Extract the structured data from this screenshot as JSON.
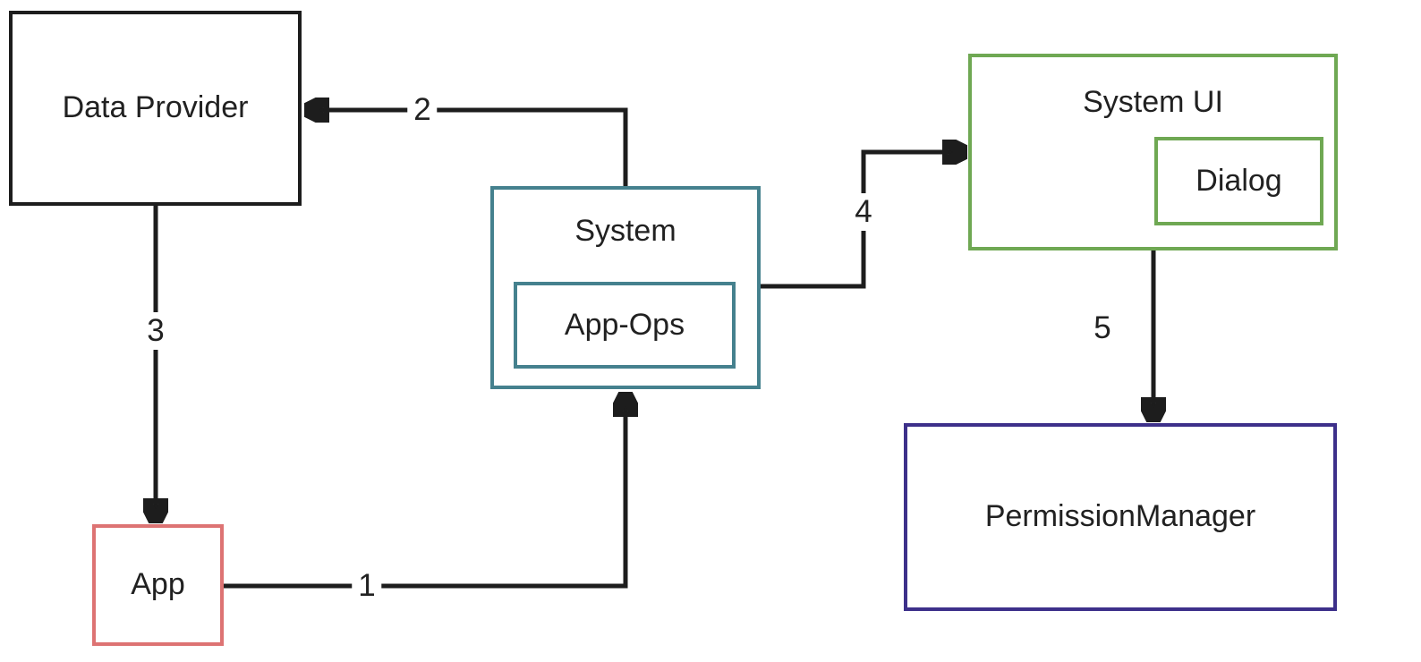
{
  "diagram": {
    "title": "App permission data flow diagram",
    "background_color": "#ffffff",
    "arrow_color": "#1d1d1d",
    "text_color": "#212121",
    "nodes": {
      "data_provider": {
        "label": "Data Provider",
        "border_color": "#1d1d1d"
      },
      "app": {
        "label": "App",
        "border_color": "#dd7373"
      },
      "system": {
        "label": "System",
        "border_color": "#45818e"
      },
      "app_ops": {
        "label": "App-Ops",
        "border_color": "#45818e"
      },
      "system_ui": {
        "label": "System UI",
        "border_color": "#6fa853"
      },
      "dialog": {
        "label": "Dialog",
        "border_color": "#6fa853"
      },
      "permission_manager": {
        "label": "PermissionManager",
        "border_color": "#3d308a"
      }
    },
    "edges": [
      {
        "label": "1",
        "from": "app",
        "to": "system"
      },
      {
        "label": "2",
        "from": "system",
        "to": "data_provider"
      },
      {
        "label": "3",
        "from": "data_provider",
        "to": "app"
      },
      {
        "label": "4",
        "from": "system",
        "to": "system_ui"
      },
      {
        "label": "5",
        "from": "system_ui",
        "to": "permission_manager"
      }
    ]
  }
}
